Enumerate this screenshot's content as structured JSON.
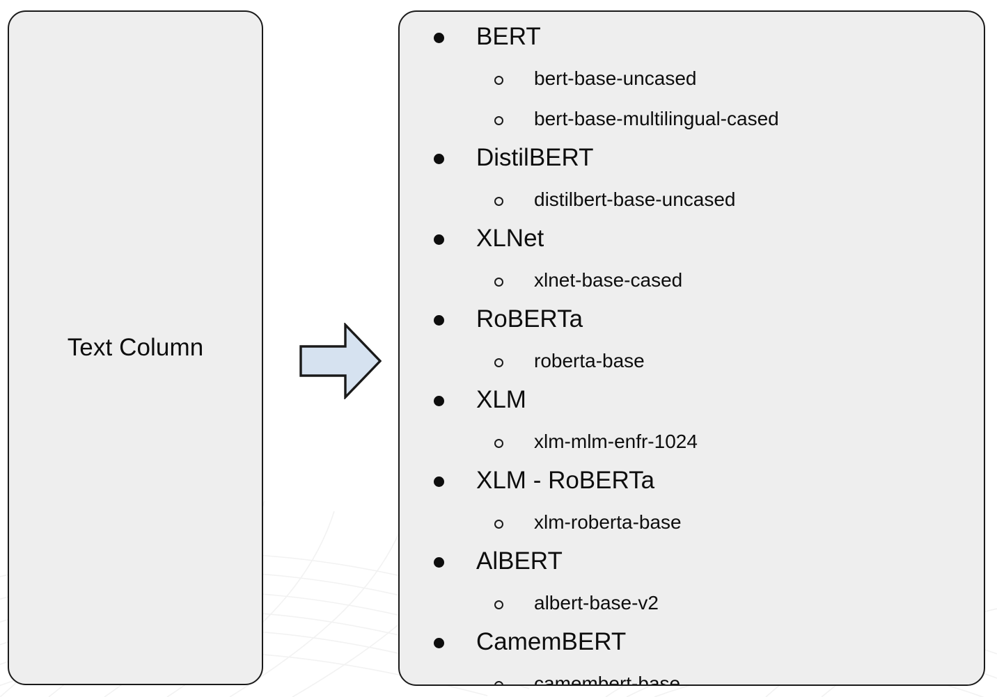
{
  "slide": {
    "background_color": "#ffffff",
    "panel_fill": "#eeeeee",
    "panel_border": "#1a1a1a",
    "arrow_fill": "#d6e2f0",
    "arrow_border": "#1a1a1a",
    "text_color": "#0d0d0d"
  },
  "source": {
    "label": "Text Column"
  },
  "arrow": {
    "icon": "right-arrow-icon",
    "direction": "right"
  },
  "models": {
    "rows": [
      {
        "level": 1,
        "bullet": "filled-disc-bullet",
        "label": "BERT"
      },
      {
        "level": 2,
        "bullet": "hollow-circle-bullet",
        "label": "bert-base-uncased"
      },
      {
        "level": 2,
        "bullet": "hollow-circle-bullet",
        "label": "bert-base-multilingual-cased"
      },
      {
        "level": 1,
        "bullet": "filled-disc-bullet",
        "label": "DistilBERT"
      },
      {
        "level": 2,
        "bullet": "hollow-circle-bullet",
        "label": "distilbert-base-uncased"
      },
      {
        "level": 1,
        "bullet": "filled-disc-bullet",
        "label": "XLNet"
      },
      {
        "level": 2,
        "bullet": "hollow-circle-bullet",
        "label": "xlnet-base-cased"
      },
      {
        "level": 1,
        "bullet": "filled-disc-bullet",
        "label": "RoBERTa"
      },
      {
        "level": 2,
        "bullet": "hollow-circle-bullet",
        "label": "roberta-base"
      },
      {
        "level": 1,
        "bullet": "filled-disc-bullet",
        "label": "XLM"
      },
      {
        "level": 2,
        "bullet": "hollow-circle-bullet",
        "label": "xlm-mlm-enfr-1024"
      },
      {
        "level": 1,
        "bullet": "filled-disc-bullet",
        "label": "XLM - RoBERTa"
      },
      {
        "level": 2,
        "bullet": "hollow-circle-bullet",
        "label": "xlm-roberta-base"
      },
      {
        "level": 1,
        "bullet": "filled-disc-bullet",
        "label": "AlBERT"
      },
      {
        "level": 2,
        "bullet": "hollow-circle-bullet",
        "label": "albert-base-v2"
      },
      {
        "level": 1,
        "bullet": "filled-disc-bullet",
        "label": "CamemBERT"
      },
      {
        "level": 2,
        "bullet": "hollow-circle-bullet",
        "label": "camembert-base"
      }
    ]
  }
}
